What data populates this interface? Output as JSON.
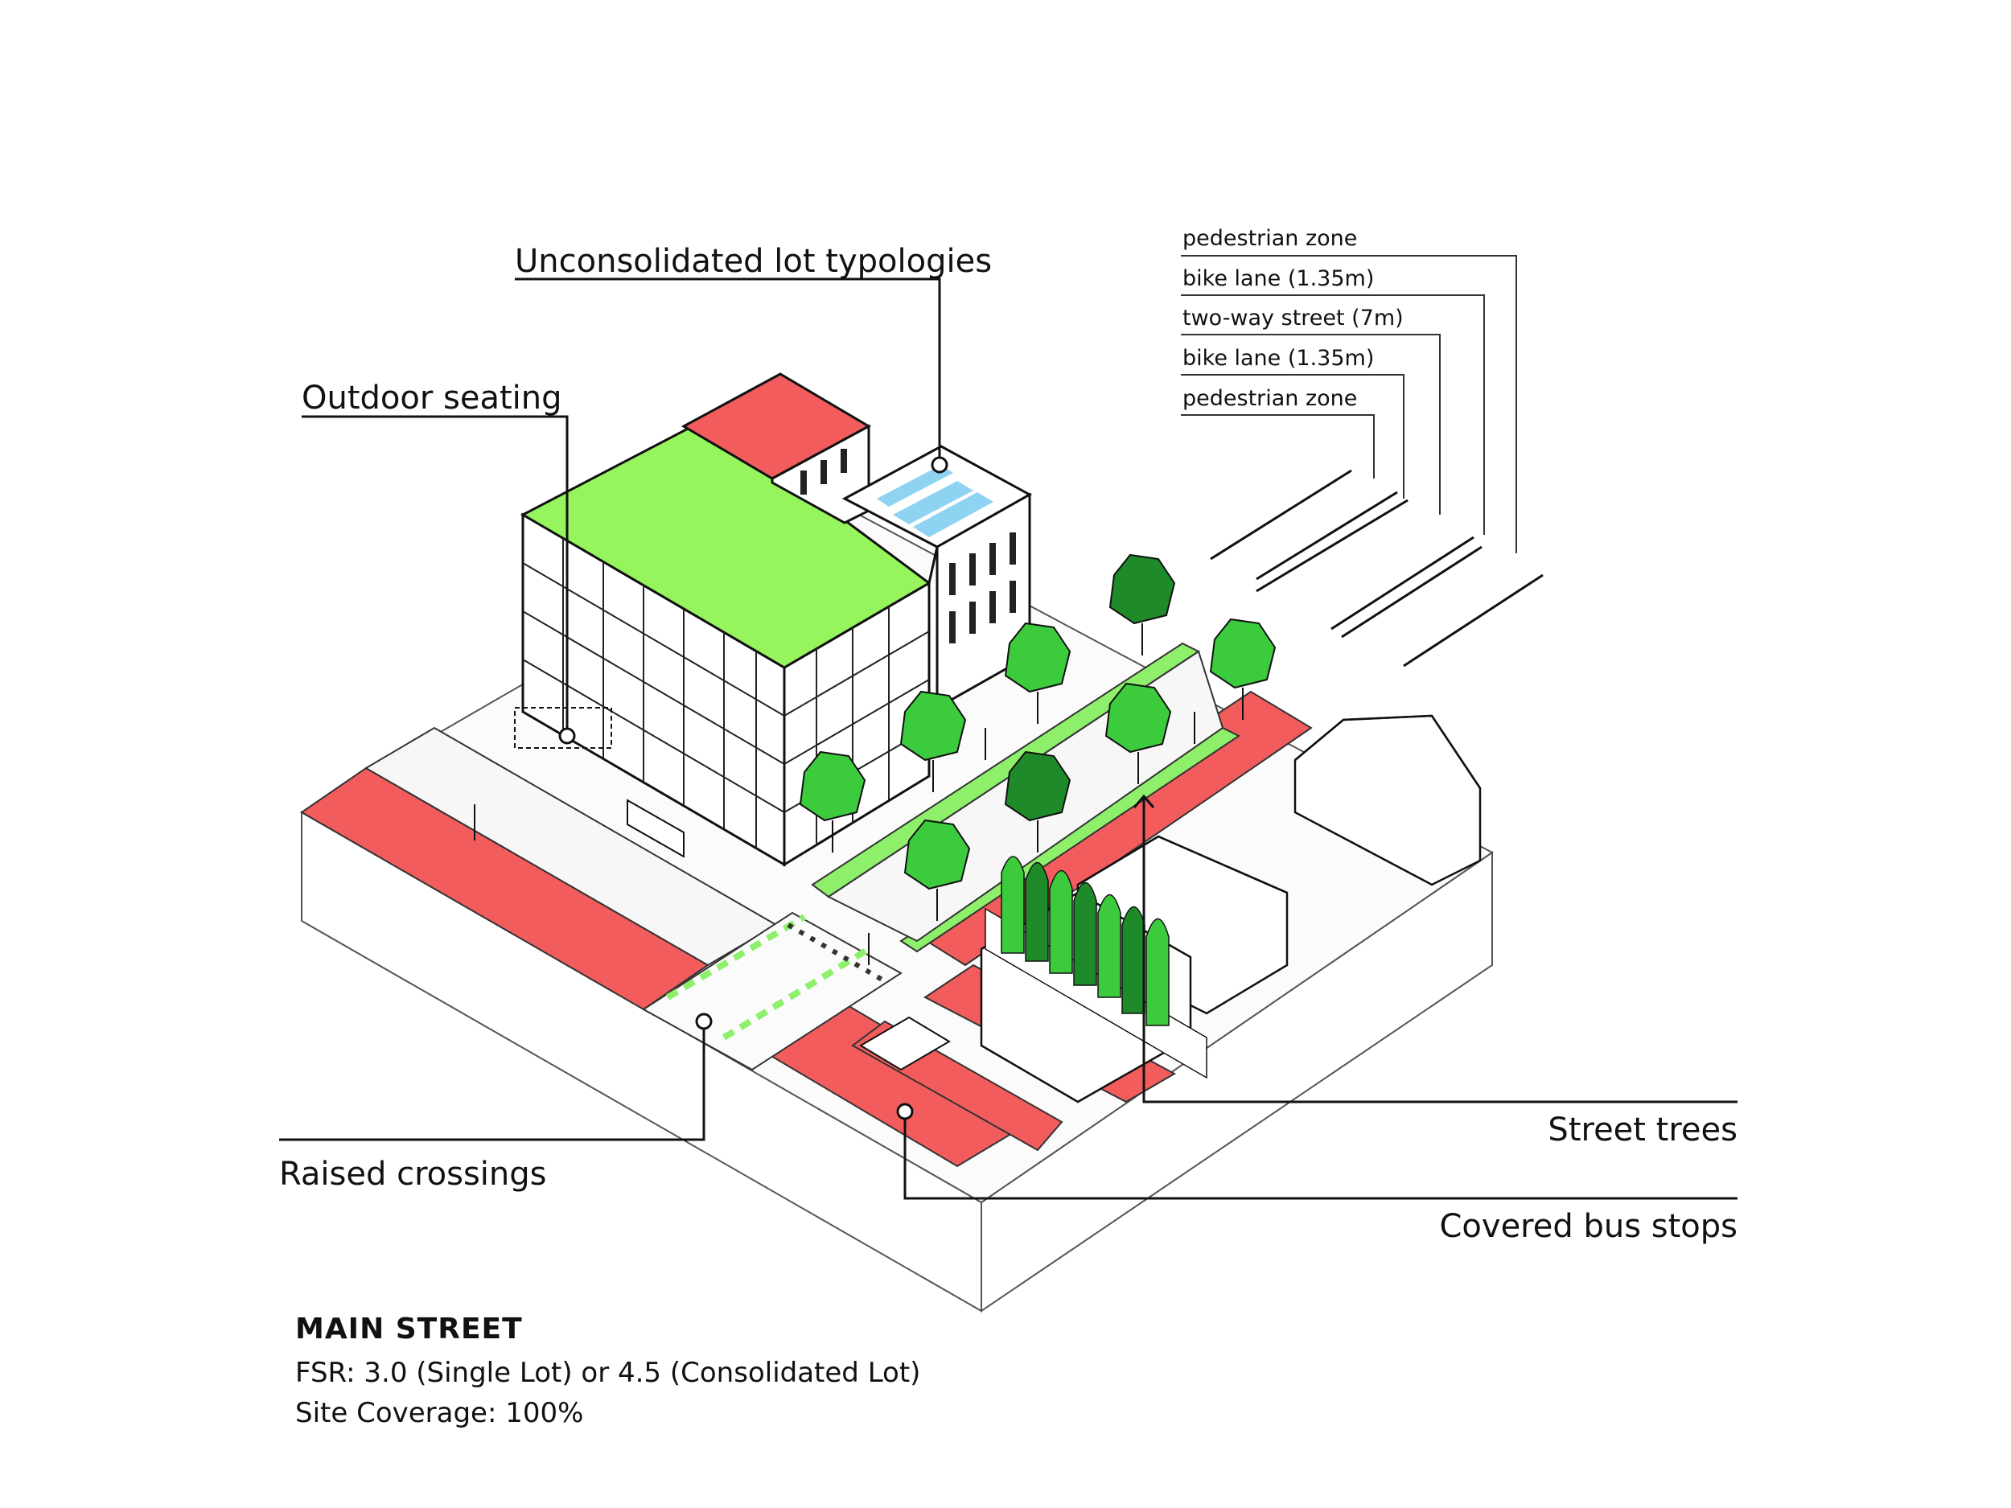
{
  "callouts": {
    "unconsolidated": "Unconsolidated lot typologies",
    "outdoor_seating": "Outdoor seating",
    "raised_crossings": "Raised crossings",
    "street_trees": "Street trees",
    "covered_bus_stops": "Covered bus stops"
  },
  "street_section": [
    "pedestrian zone",
    "bike lane (1.35m)",
    "two-way street (7m)",
    "bike lane (1.35m)",
    "pedestrian zone"
  ],
  "info": {
    "title": "MAIN STREET",
    "fsr": "FSR: 3.0 (Single Lot) or 4.5 (Consolidated Lot)",
    "coverage": "Site Coverage: 100%"
  },
  "colors": {
    "pavement": "#f25c5c",
    "green_roof": "#96f55c",
    "tree_light": "#3ccb3c",
    "tree_dark": "#1f8a2a",
    "bike_lane": "#8ef06a",
    "solar": "#8fd3f3",
    "line": "#111111"
  },
  "icons": [
    "callout-dot-icon",
    "arrow-up-icon"
  ]
}
